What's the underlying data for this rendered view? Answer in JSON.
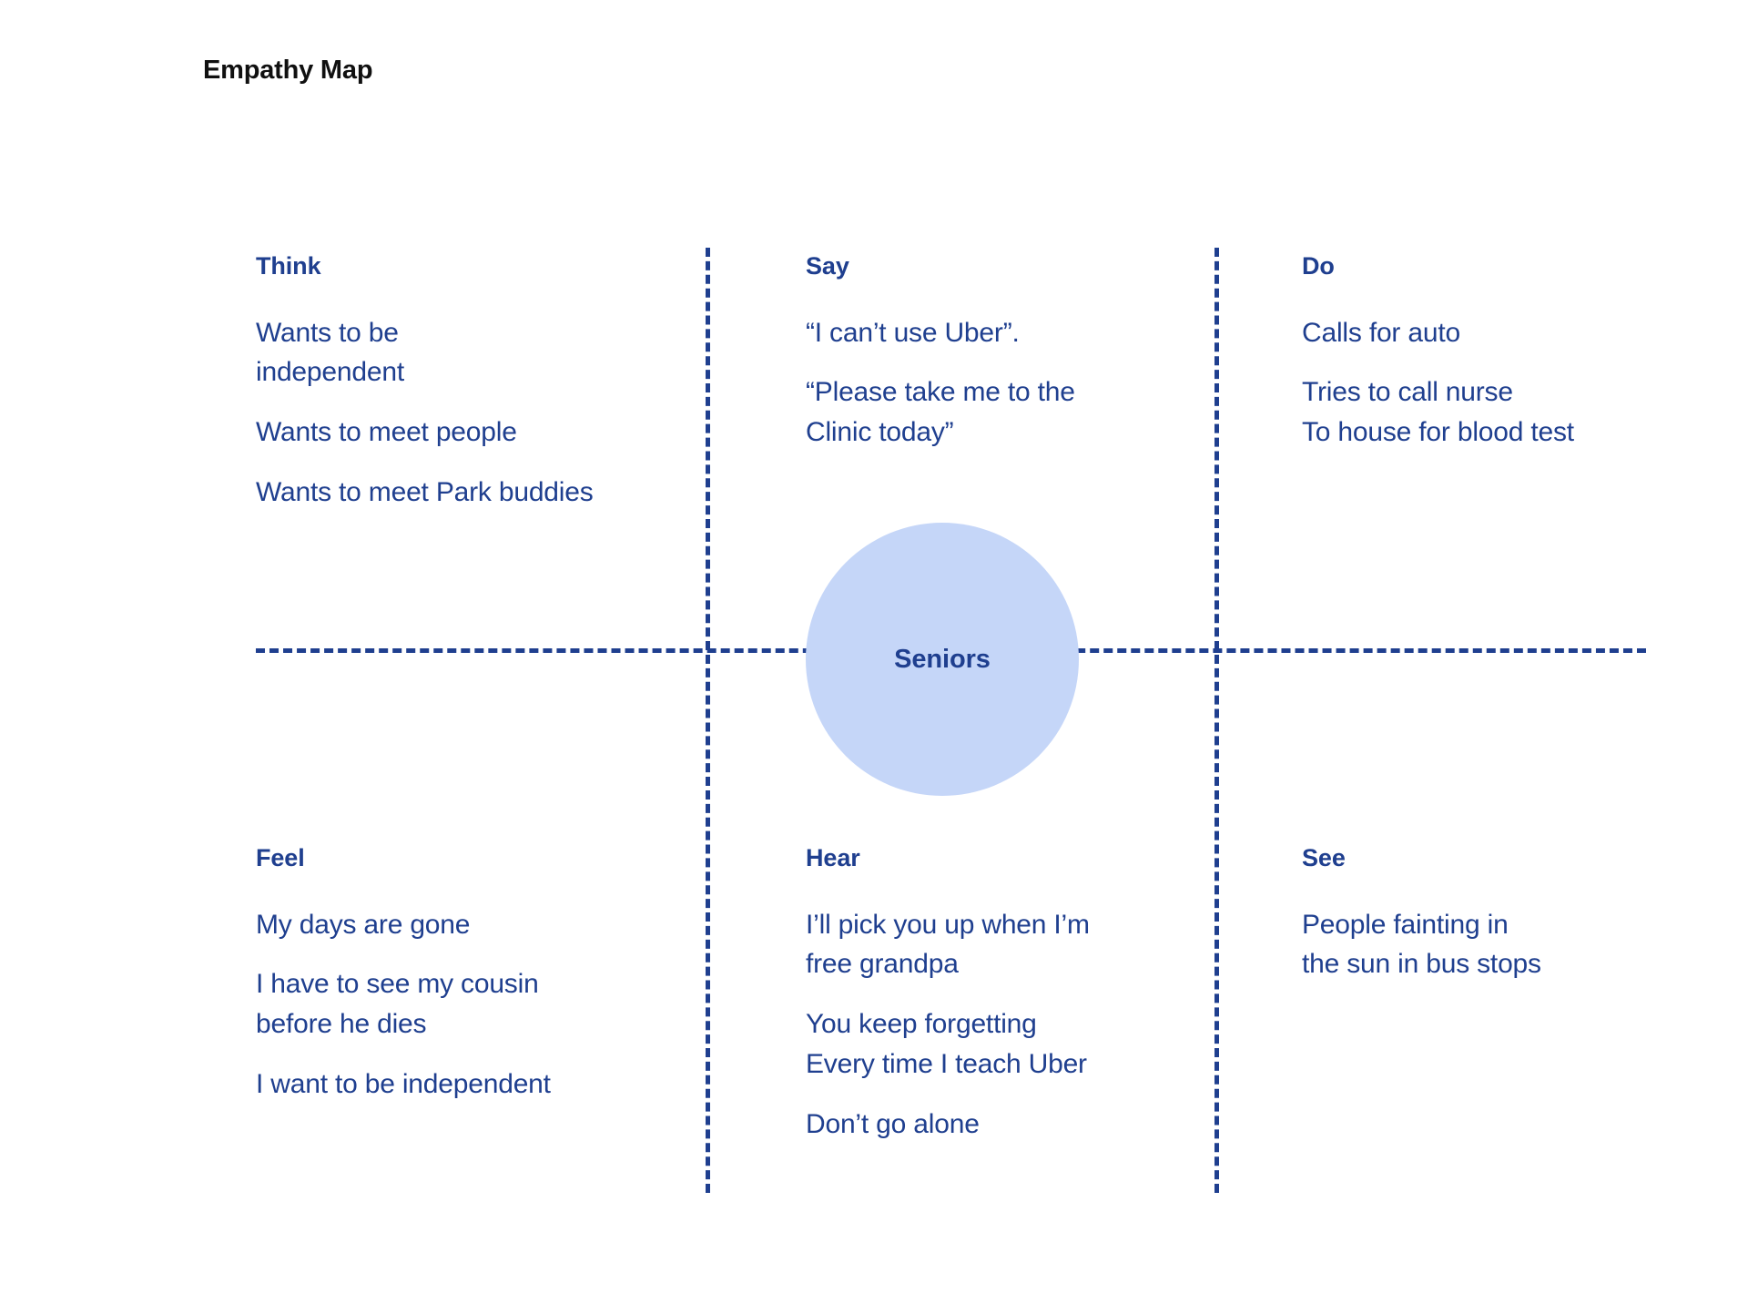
{
  "page": {
    "title": "Empathy Map",
    "title_color": "#101010",
    "accent_color": "#1F3F8F",
    "circle_fill_color": "#C5D6F8",
    "background_color": "#FFFFFF"
  },
  "center": {
    "label": "Seniors"
  },
  "quadrants": {
    "think": {
      "heading": "Think",
      "entries": [
        "Wants to be\nindependent",
        "Wants to meet people",
        "Wants to meet Park buddies"
      ]
    },
    "say": {
      "heading": "Say",
      "entries": [
        "“I can’t use Uber”.",
        "“Please take me to the\nClinic today”"
      ]
    },
    "do": {
      "heading": "Do",
      "entries": [
        "Calls for auto",
        "Tries to call nurse\nTo house for blood test"
      ]
    },
    "feel": {
      "heading": "Feel",
      "entries": [
        "My days are gone",
        "I have to see my cousin\nbefore he dies",
        "I want to be independent"
      ]
    },
    "hear": {
      "heading": "Hear",
      "entries": [
        "I’ll pick you up when I’m\nfree grandpa",
        "You keep forgetting\nEvery time I teach Uber",
        "Don’t go alone"
      ]
    },
    "see": {
      "heading": "See",
      "entries": [
        "People fainting in\nthe sun in bus stops"
      ]
    }
  }
}
